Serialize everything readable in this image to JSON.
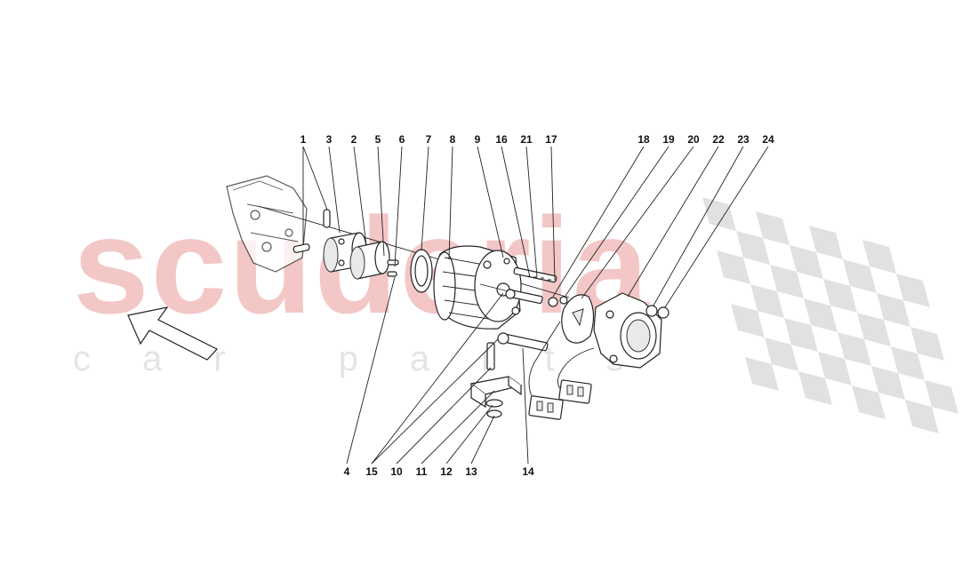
{
  "watermark": {
    "word": "scuderia",
    "sub": "car parts"
  },
  "callouts_top": [
    "1",
    "3",
    "2",
    "5",
    "6",
    "7",
    "8",
    "9",
    "16",
    "21",
    "17",
    "18",
    "19",
    "20",
    "22",
    "23",
    "24"
  ],
  "callouts_bottom": [
    "4",
    "15",
    "10",
    "11",
    "12",
    "13",
    "14"
  ],
  "icons": {
    "direction_arrow": "arrow-up-left-icon",
    "checkered_flag": "checkered-flag-icon"
  },
  "colors": {
    "watermark_red": "#f4c7c7",
    "watermark_gray": "#e4e4e4",
    "flag_gray": "#d9d9d9",
    "ink": "#222222"
  }
}
